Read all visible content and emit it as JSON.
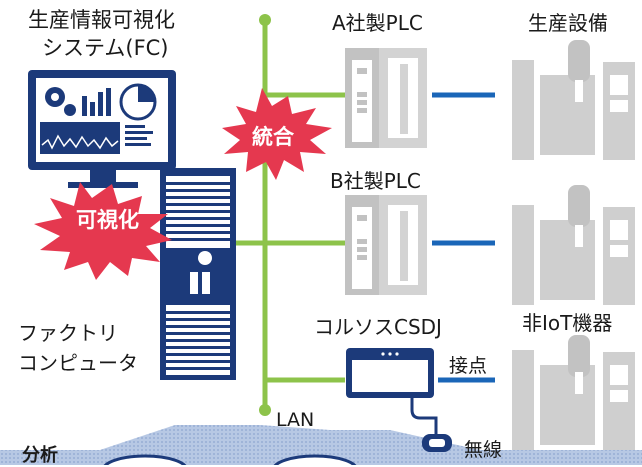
{
  "labels": {
    "fc_system_line1": "生産情報可視化",
    "fc_system_line2": "システム(FC)",
    "plc_a": "A社製PLC",
    "plc_b": "B社製PLC",
    "production_equipment": "生産設備",
    "non_iot_equipment": "非IoT機器",
    "factory_computer_line1": "ファクトリ",
    "factory_computer_line2": "コンピュータ",
    "corusus_csdj": "コルソスCSDJ",
    "contact": "接点",
    "wireless": "無線",
    "lan": "LAN",
    "analysis": "分析"
  },
  "bursts": {
    "visualization": "可視化",
    "integration": "統合"
  },
  "colors": {
    "lan_line": "#8dc34a",
    "link_line": "#1a66b8",
    "device_gray": "#c8c8c8",
    "device_dark": "#d4d4d4",
    "burst_red": "#e5384f",
    "navy": "#1c3a7a",
    "panel_blue": "#aabfe0"
  },
  "icons": [
    "monitor-icon",
    "server-tower-icon",
    "plc-icon",
    "machine-icon",
    "csdj-device-icon",
    "wireless-sensor-icon",
    "burst-icon"
  ]
}
